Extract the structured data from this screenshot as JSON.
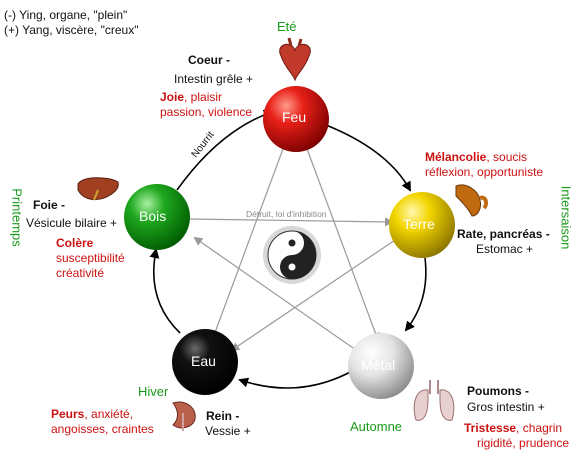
{
  "legend": {
    "line1": "(-) Ying, organe, \"plein\"",
    "line2": "(+) Yang, viscère, \"creux\""
  },
  "center_label": "Détruit, loi d'inhibition",
  "nourrit_label": "Nourrit",
  "elements": {
    "feu": {
      "name": "Feu",
      "season": "Eté",
      "organ": "Coeur -",
      "viscera": "Intestin grêle +",
      "emotion_main": "Joie",
      "emotion_rest1": ", plaisir",
      "emotion_line2": "passion, violence",
      "color": "#e01010"
    },
    "terre": {
      "name": "Terre",
      "season": "Intersaison",
      "organ": "Rate, pancréas -",
      "viscera": "Estomac +",
      "emotion_main": "Mélancolie",
      "emotion_rest1": ", soucis",
      "emotion_line2": "réflexion, opportuniste",
      "color": "#f2d000"
    },
    "metal": {
      "name": "Métal",
      "season": "Automne",
      "organ": "Poumons -",
      "viscera": "Gros intestin +",
      "emotion_main": "Tristesse",
      "emotion_rest1": ", chagrin",
      "emotion_line2": "rigidité, prudence",
      "color": "#e6e6e6"
    },
    "eau": {
      "name": "Eau",
      "season": "Hiver",
      "organ": "Rein -",
      "viscera": "Vessie +",
      "emotion_main": "Peurs",
      "emotion_rest1": ", anxiété,",
      "emotion_line2": "angoisses, craintes",
      "color": "#000000"
    },
    "bois": {
      "name": "Bois",
      "season": "Printemps",
      "organ": "Foie -",
      "viscera": "Vésicule bilaire +",
      "emotion_main": "Colère",
      "emotion_rest1": "",
      "emotion_line2": "susceptibilité",
      "emotion_line3": "créativité",
      "color": "#1aa51a"
    }
  }
}
